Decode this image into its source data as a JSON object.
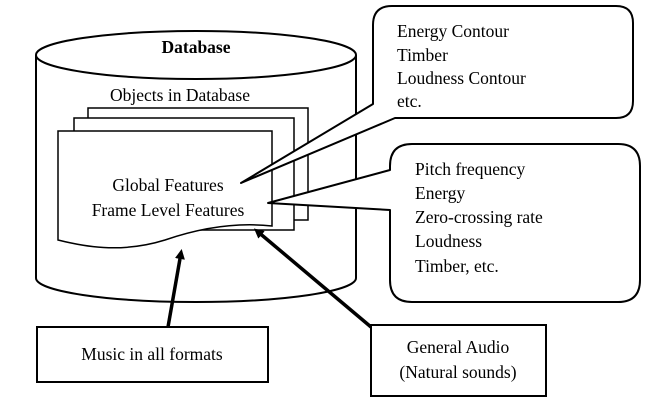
{
  "database": {
    "title": "Database",
    "objects_label": "Objects in Database",
    "features": [
      "Global Features",
      "Frame Level Features"
    ]
  },
  "global_feature_callout": {
    "lines": [
      "Energy Contour",
      "Timber",
      "Loudness Contour",
      "etc."
    ]
  },
  "frame_feature_callout": {
    "lines": [
      "Pitch frequency",
      "Energy",
      "Zero-crossing rate",
      "Loudness",
      "Timber, etc."
    ]
  },
  "inputs": {
    "music": "Music in all formats",
    "general_audio": [
      "General Audio",
      "(Natural sounds)"
    ]
  },
  "colors": {
    "stroke": "#000000",
    "fill": "#ffffff"
  }
}
